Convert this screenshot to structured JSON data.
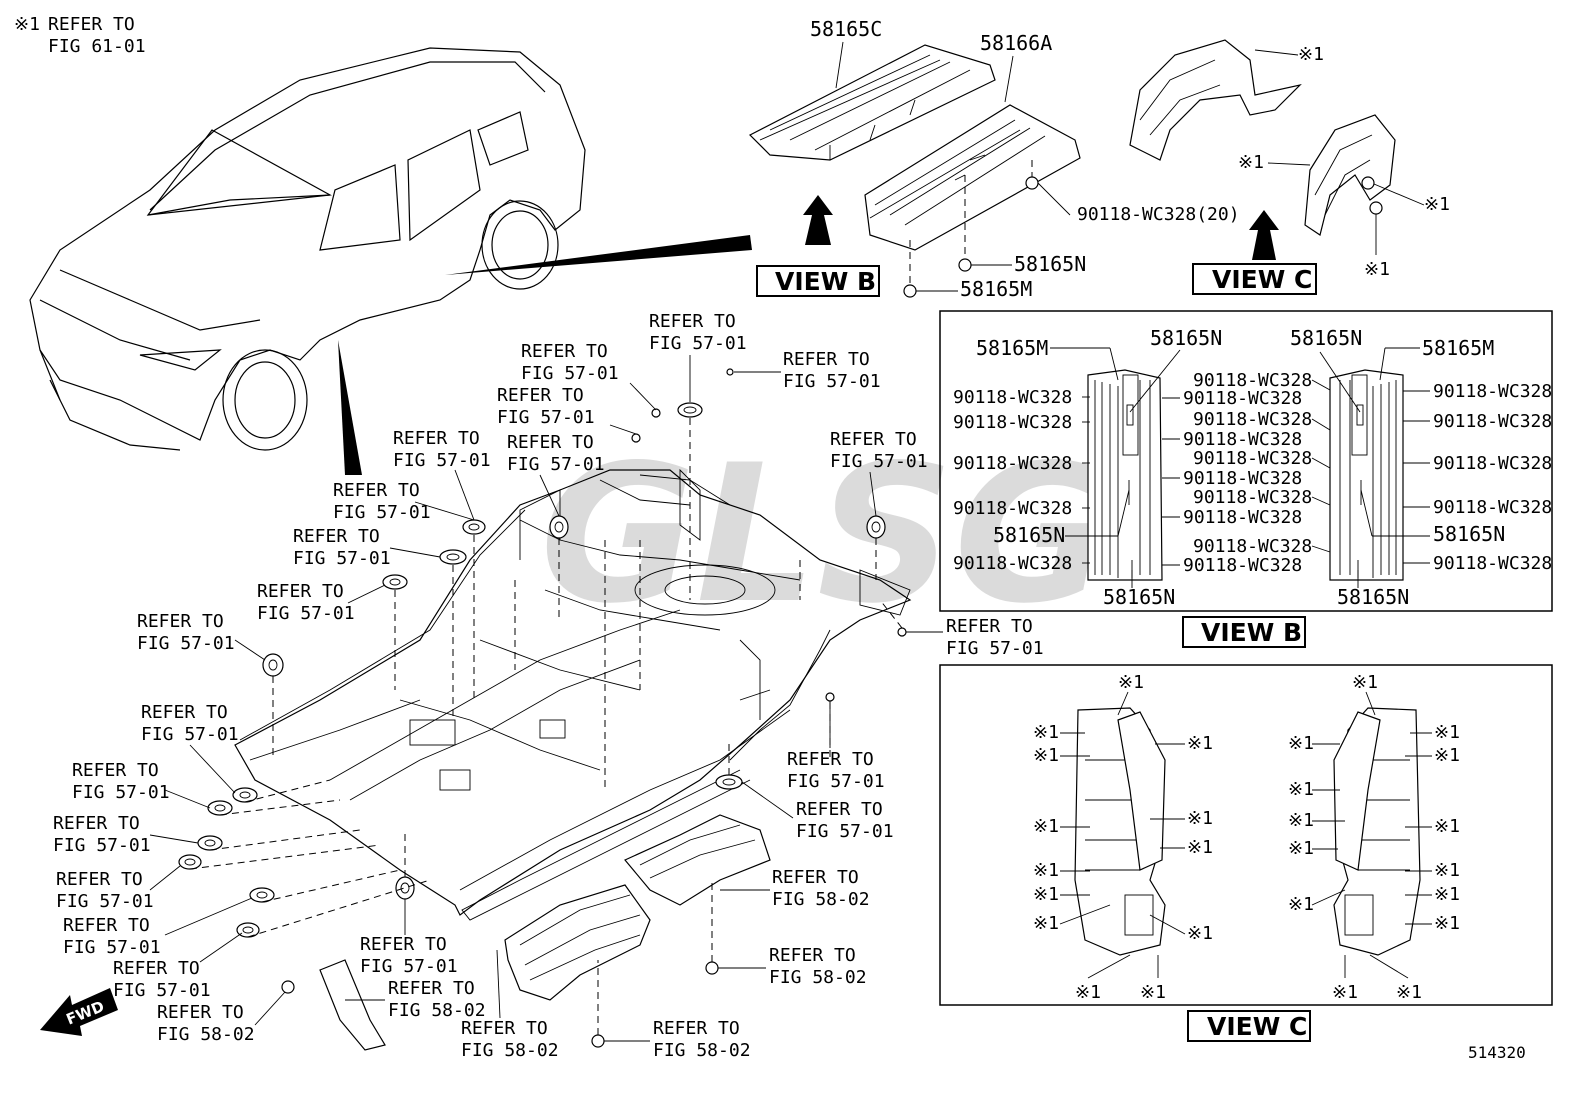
{
  "header_note": {
    "mark": "※1",
    "line1": "REFER TO",
    "line2": "FIG 61-01"
  },
  "view_labels": {
    "view_b": "VIEW B",
    "view_c": "VIEW C"
  },
  "view_b_top": {
    "part_c": "58165C",
    "part_a": "58166A",
    "bolt_20": "90118-WC328(20)",
    "part_n": "58165N",
    "part_m": "58165M"
  },
  "view_c_top": {
    "mark": "※1"
  },
  "view_b_detail": {
    "m": "58165M",
    "n": "58165N",
    "bolt": "90118-WC328"
  },
  "view_c_detail": {
    "mark": "※1"
  },
  "refer": {
    "prefix": "REFER TO",
    "fig_57": "FIG 57-01",
    "fig_58": "FIG 58-02"
  },
  "fwd": "FWD",
  "watermark": "GLSG",
  "diagram_number": "514320"
}
